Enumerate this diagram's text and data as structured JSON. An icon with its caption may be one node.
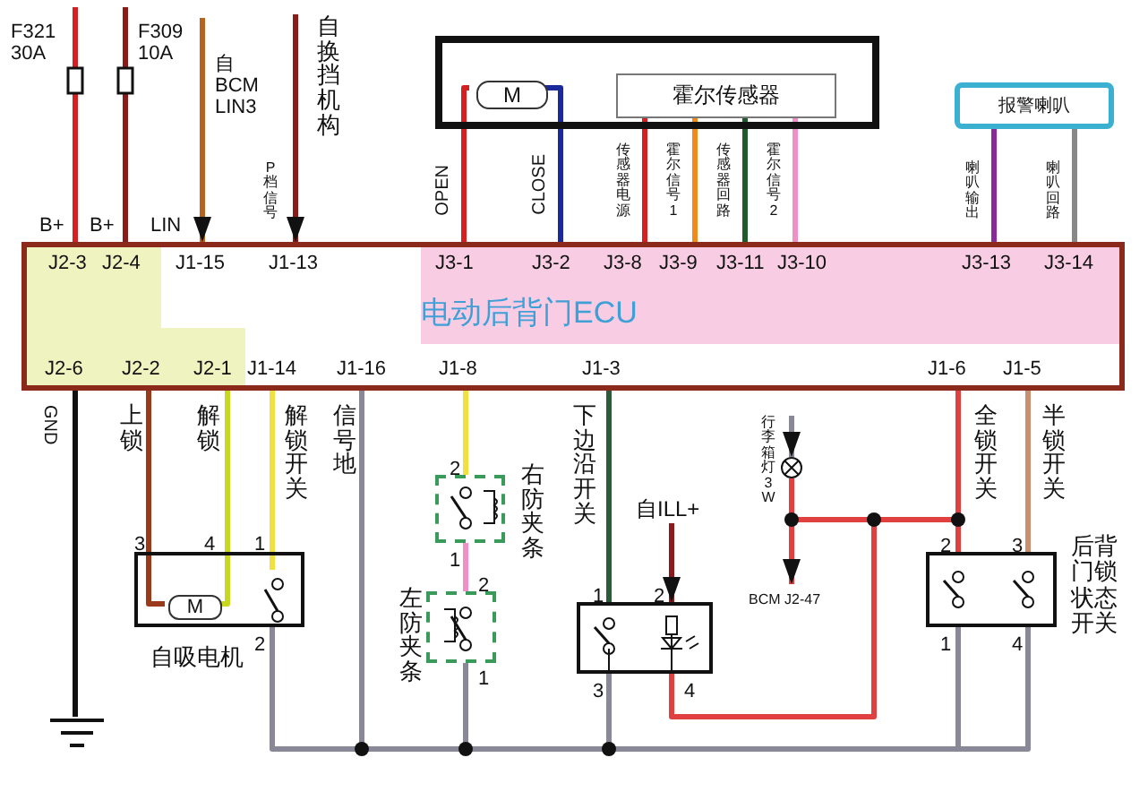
{
  "diagram": {
    "nodes": [
      {
        "text": [
          "电动后背门ECU",
          "J2-3",
          "J2-4",
          "J1-15",
          "J1-13",
          "J3-1",
          "J3-2",
          "J3-8",
          "J3-9",
          "J3-11",
          "J3-10",
          "J3-13",
          "J3-14",
          "J2-6",
          "J2-2",
          "J2-1",
          "J1-14",
          "J1-16",
          "J1-8",
          "J1-3",
          "J1-6",
          "J1-5"
        ]
      },
      {
        "text": [],
        "shape": "box"
      },
      {
        "text": [
          "M"
        ],
        "in": 1
      },
      {
        "text": [
          "霍尔传感器"
        ],
        "in": 1
      },
      {
        "text": [
          "报警喇叭"
        ]
      },
      {
        "text": [
          "自吸电机"
        ],
        "beside": [
          "3",
          "4",
          "1",
          "2"
        ]
      },
      {
        "text": [
          "M"
        ],
        "in": 5
      },
      {
        "text": [],
        "shape": "switch",
        "in": 5
      },
      {
        "text": [
          "右防夹条"
        ],
        "beside": [
          "2",
          "1"
        ]
      },
      {
        "text": [
          "左防夹条"
        ],
        "beside": [
          "2",
          "1"
        ]
      },
      {
        "text": [],
        "shape": "box",
        "beside": [
          "1",
          "2",
          "3",
          "4"
        ]
      },
      {
        "text": [
          "后背门锁状态开关"
        ],
        "beside": [
          "2",
          "3",
          "1",
          "4"
        ]
      },
      {
        "text": [],
        "shape": "circle",
        "beside": [
          "行李箱灯 3W"
        ]
      },
      {
        "text": [],
        "shape": "ground"
      }
    ],
    "edges": [
      {
        "from": null,
        "to": 0,
        "arrow": "none",
        "label": "F321 30A",
        "color": "#d42020"
      },
      {
        "from": null,
        "to": 0,
        "arrow": "none",
        "label": "F309 10A",
        "color": "#8b1a1a"
      },
      {
        "from": null,
        "to": 0,
        "arrow": "to",
        "label": "自BCM LIN3",
        "color": "#b5651d"
      },
      {
        "from": null,
        "to": 0,
        "arrow": "to",
        "label": "自换挡机构",
        "color": "#8b1a1a"
      },
      {
        "from": 2,
        "to": 0,
        "arrow": "none",
        "label": "OPEN",
        "color": "#d42020"
      },
      {
        "from": 2,
        "to": 0,
        "arrow": "none",
        "label": "CLOSE",
        "color": "#1a2a9a"
      },
      {
        "from": 3,
        "to": 0,
        "arrow": "none",
        "label": "传感器电源",
        "color": "#d42020"
      },
      {
        "from": 3,
        "to": 0,
        "arrow": "none",
        "label": "霍尔信号1",
        "color": "#f08a1a"
      },
      {
        "from": 3,
        "to": 0,
        "arrow": "none",
        "label": "传感器回路",
        "color": "#1f5a2a"
      },
      {
        "from": 3,
        "to": 0,
        "arrow": "none",
        "label": "霍尔信号2",
        "color": "#f090c8"
      },
      {
        "from": 4,
        "to": 0,
        "arrow": "none",
        "label": "喇叭输出",
        "color": "#8a2a9a"
      },
      {
        "from": 4,
        "to": 0,
        "arrow": "none",
        "label": "喇叭回路",
        "color": "#888888"
      },
      {
        "from": 0,
        "to": 13,
        "arrow": "none",
        "label": "GND",
        "color": "#111111"
      },
      {
        "from": 0,
        "to": 6,
        "arrow": "none",
        "label": "上锁",
        "color": "#9a3a1a"
      },
      {
        "from": 0,
        "to": 6,
        "arrow": "none",
        "label": "解锁",
        "color": "#c8d820"
      },
      {
        "from": 0,
        "to": 7,
        "arrow": "none",
        "label": "解锁开关",
        "color": "#f0e040"
      },
      {
        "from": 0,
        "to": 7,
        "arrow": "none",
        "label": "信号地",
        "color": "#888898"
      },
      {
        "from": 0,
        "to": 8,
        "arrow": "none",
        "color": "#f0e040"
      },
      {
        "from": 8,
        "to": 9,
        "arrow": "none",
        "color": "#f090c8"
      },
      {
        "from": 0,
        "to": 9,
        "arrow": "none",
        "color": "#888898"
      },
      {
        "from": 0,
        "to": 10,
        "arrow": "none",
        "label": "下边沿开关",
        "color": "#2f5a3a"
      },
      {
        "from": 0,
        "to": 10,
        "arrow": "none",
        "color": "#888898"
      },
      {
        "from": 0,
        "to": 11,
        "arrow": "none",
        "label": "全锁开关",
        "color": "#e04040"
      },
      {
        "from": 0,
        "to": 11,
        "arrow": "none",
        "label": "半锁开关",
        "color": "#c89070"
      },
      {
        "from": 0,
        "to": 11,
        "arrow": "none",
        "color": "#888898"
      },
      {
        "from": 0,
        "to": 11,
        "arrow": "none",
        "color": "#888898"
      },
      {
        "from": null,
        "to": 10,
        "arrow": "to",
        "label": "自ILL+",
        "color": "#8b1a1a"
      },
      {
        "from": null,
        "to": 12,
        "arrow": "to",
        "color": "#888898"
      },
      {
        "from": 12,
        "to": null,
        "arrow": "to",
        "label": "BCM J2-47",
        "color": "#e04040"
      },
      {
        "from": 10,
        "to": 12,
        "arrow": "none",
        "color": "#e04040"
      },
      {
        "from": 12,
        "to": 11,
        "arrow": "none",
        "color": "#e04040"
      }
    ],
    "labels": [
      "B+",
      "B+",
      "LIN",
      "P档信号"
    ]
  }
}
